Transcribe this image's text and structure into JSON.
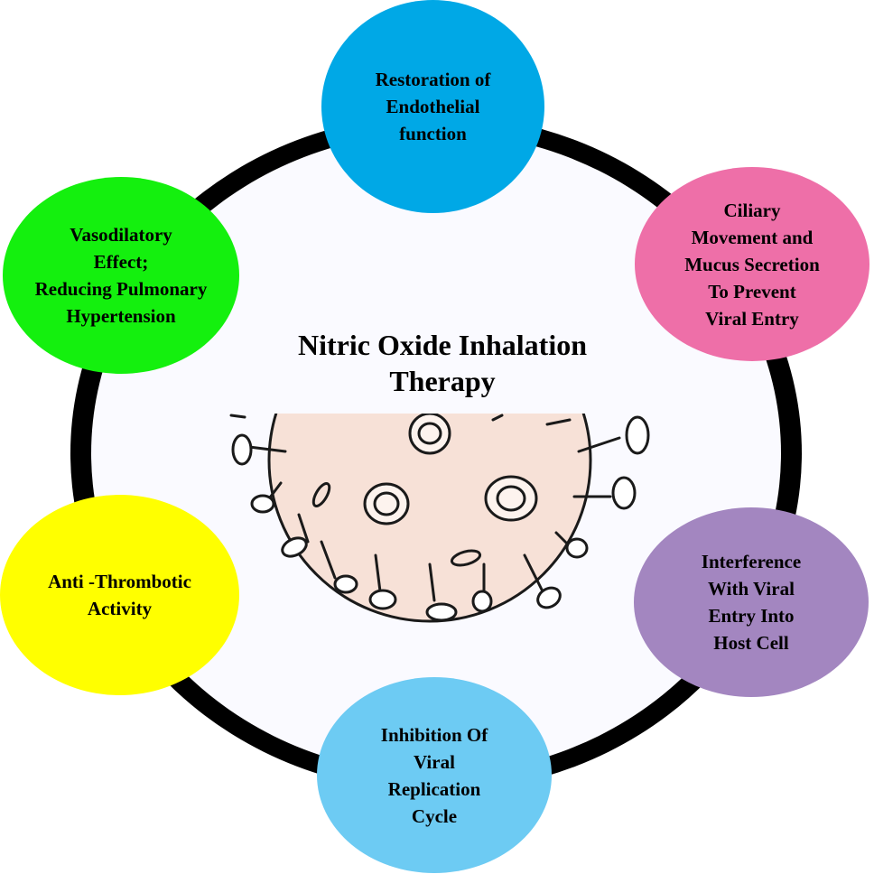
{
  "diagram": {
    "title": "Nitric Oxide Inhalation\nTherapy",
    "colors": {
      "ring": "#000000",
      "ring_fill": "#fafaff",
      "virus_body": "#f7e1d7",
      "virus_outline": "#1a1a1a"
    },
    "center_icon": "virus-icon",
    "nodes": [
      {
        "id": "top",
        "label": "Restoration of\nEndothelial\nfunction",
        "color": "#00a8e6"
      },
      {
        "id": "right-top",
        "label": "Ciliary\nMovement and\nMucus Secretion\nTo Prevent\nViral Entry",
        "color": "#ee6fa8"
      },
      {
        "id": "right-bottom",
        "label": "Interference\nWith Viral\nEntry Into\nHost Cell",
        "color": "#a386c0"
      },
      {
        "id": "bottom",
        "label": "Inhibition Of\nViral\nReplication\nCycle",
        "color": "#6dcbf3"
      },
      {
        "id": "left-bottom",
        "label": "Anti -Thrombotic\nActivity",
        "color": "#ffff00"
      },
      {
        "id": "left-top",
        "label": "Vasodilatory\nEffect;\nReducing Pulmonary\nHypertension",
        "color": "#14f00e"
      }
    ]
  }
}
